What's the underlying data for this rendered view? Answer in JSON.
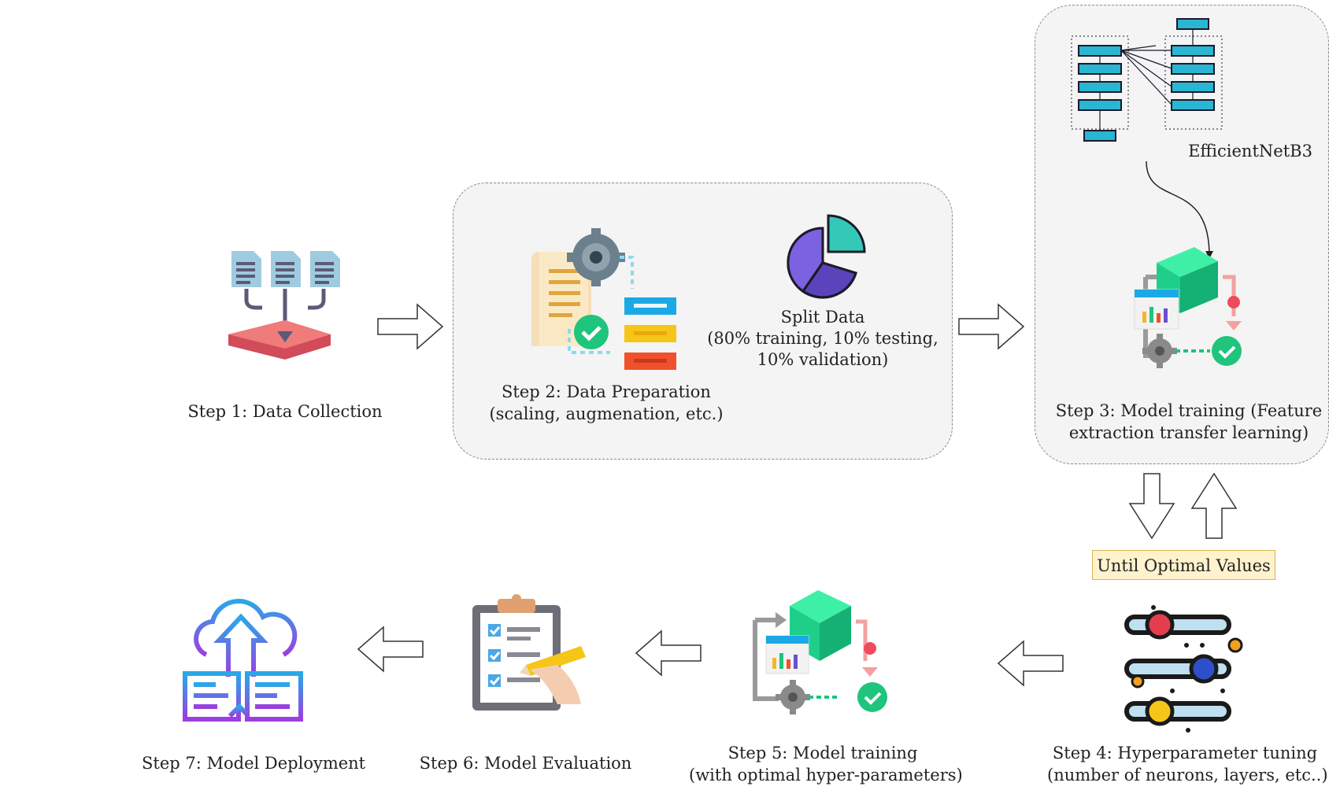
{
  "steps": {
    "step1": "Step 1: Data Collection",
    "step2_line1": "Step 2: Data Preparation",
    "step2_line2": "(scaling, augmenation, etc.)",
    "split_line1": "Split Data",
    "split_line2": "(80% training, 10% testing,",
    "split_line3": "10% validation)",
    "efficientnet": "EfficientNetB3",
    "step3_line1": "Step 3: Model training (Feature",
    "step3_line2": "extraction transfer learning)",
    "until": "Until Optimal Values",
    "step4_line1": "Step 4: Hyperparameter tuning",
    "step4_line2": "(number of neurons, layers, etc..)",
    "step5_line1": "Step 5: Model training",
    "step5_line2": "(with optimal hyper-parameters)",
    "step6": "Step 6: Model Evaluation",
    "step7": "Step 7: Model Deployment"
  },
  "colors": {
    "panel_bg": "#f4f4f4",
    "note_bg": "#fff2cc",
    "note_border": "#d6b656",
    "network_block": "#29b6d3",
    "cube": "#1ecf8a",
    "check": "#1fc47d"
  },
  "icons": [
    "documents-merge-icon",
    "data-preparation-icon",
    "pie-chart-icon",
    "neural-network-icon",
    "model-training-icon",
    "sliders-icon",
    "checklist-icon",
    "cloud-deploy-icon"
  ]
}
